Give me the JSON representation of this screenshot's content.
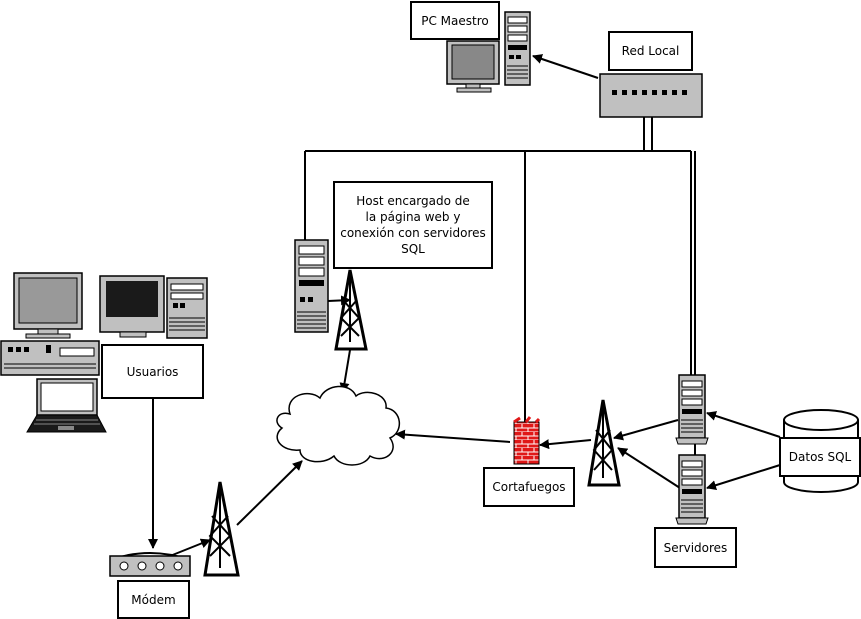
{
  "labels": {
    "pc_maestro": "PC Maestro",
    "red_local": "Red Local",
    "host": "Host encargado de\nla página web y\nconexión con servidores\nSQL",
    "usuarios": "Usuarios",
    "cortafuegos": "Cortafuegos",
    "datos_sql": "Datos SQL",
    "servidores": "Servidores",
    "modem": "Módem"
  },
  "colors": {
    "line": "#000000",
    "device_gray": "#c0c0c0",
    "screen_dark": "#1a1a1a",
    "firewall_red": "#e01818"
  }
}
